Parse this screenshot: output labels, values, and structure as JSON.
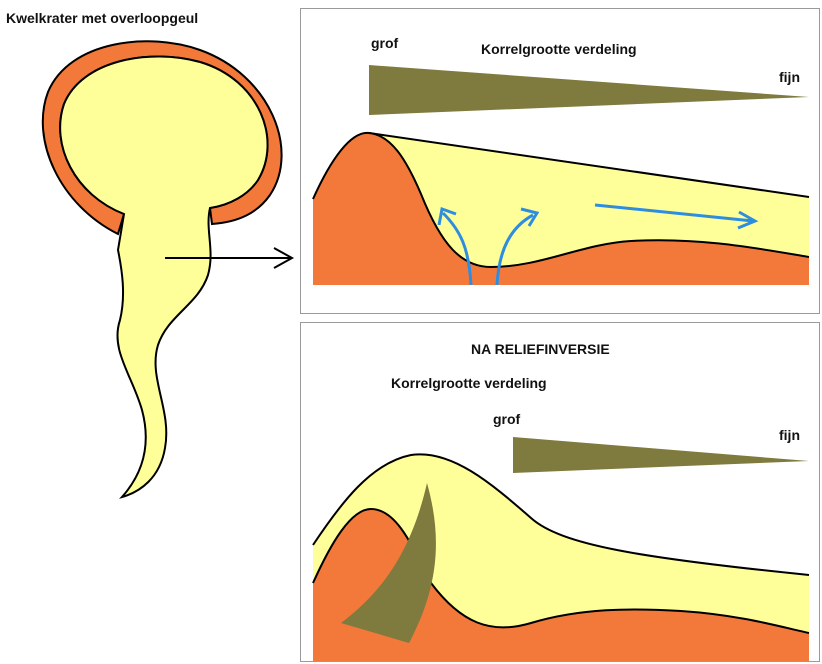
{
  "left": {
    "title": "Kwelkrater met overloopgeul"
  },
  "top_panel": {
    "grof_label": "grof",
    "distribution_label": "Korrelgrootte verdeling",
    "fijn_label": "fijn"
  },
  "bottom_panel": {
    "heading": "NA RELIEFINVERSIE",
    "distribution_label": "Korrelgrootte verdeling",
    "grof_label": "grof",
    "fijn_label": "fijn"
  },
  "colors": {
    "sand_yellow": "#ffff99",
    "clay_orange": "#f2793a",
    "gradient_olive": "#7f7a3d",
    "flow_blue": "#2f8de0",
    "outline": "#000000"
  }
}
